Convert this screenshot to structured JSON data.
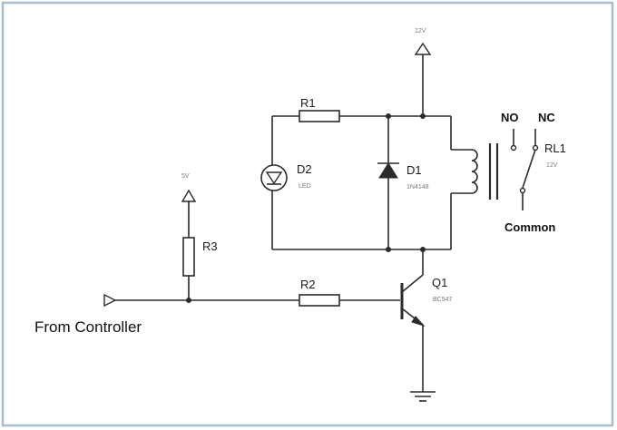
{
  "labels": {
    "supply_12v": "12V",
    "supply_5v": "5V",
    "r1": "R1",
    "r2": "R2",
    "r3": "R3",
    "d1": "D1",
    "d1_part": "1N4148",
    "d2": "D2",
    "d2_part": "LED",
    "q1": "Q1",
    "q1_part": "BC547",
    "rl1": "RL1",
    "rl1_rating": "12V",
    "no": "NO",
    "nc": "NC",
    "common": "Common",
    "input": "From Controller"
  },
  "colors": {
    "frame": "#a9bccd",
    "wire": "#2b2b2b",
    "muted": "#7a7a7a"
  }
}
